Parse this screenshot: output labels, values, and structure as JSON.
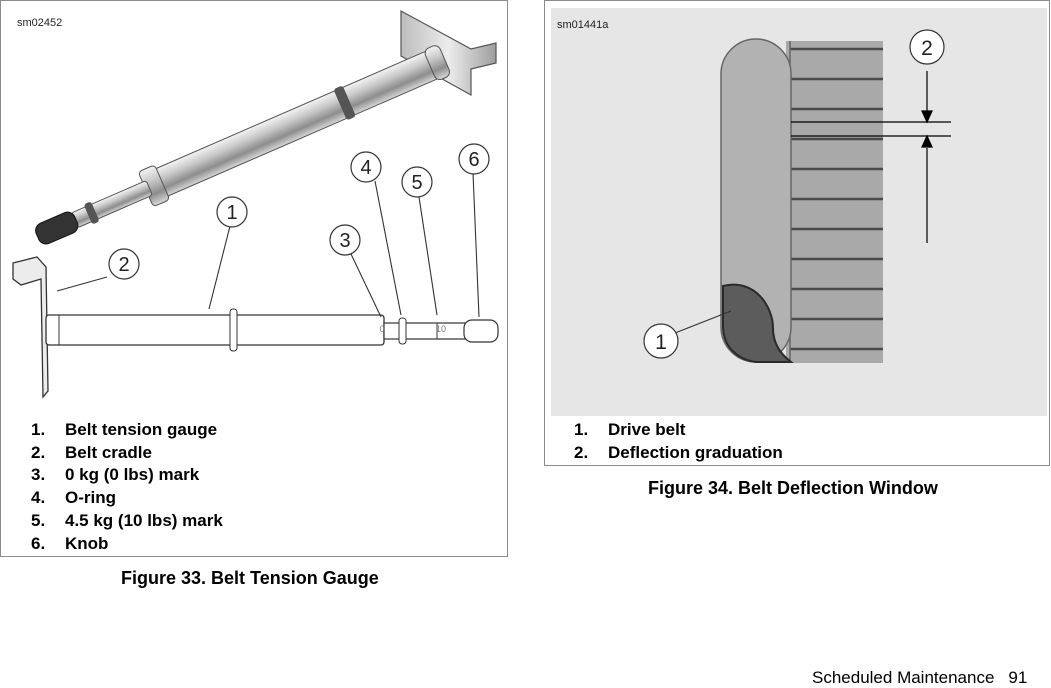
{
  "figure33": {
    "id_label": "sm02452",
    "callouts": [
      "1",
      "2",
      "3",
      "4",
      "5",
      "6"
    ],
    "scale_labels": [
      "0",
      "10"
    ],
    "legend": [
      {
        "num": "1.",
        "text": "Belt tension gauge"
      },
      {
        "num": "2.",
        "text": "Belt cradle"
      },
      {
        "num": "3.",
        "text": "0 kg (0 lbs) mark"
      },
      {
        "num": "4.",
        "text": "O-ring"
      },
      {
        "num": "5.",
        "text": "4.5 kg (10 lbs) mark"
      },
      {
        "num": "6.",
        "text": "Knob"
      }
    ],
    "caption": "Figure 33. Belt Tension Gauge"
  },
  "figure34": {
    "id_label": "sm01441a",
    "callouts": [
      "1",
      "2"
    ],
    "legend": [
      {
        "num": "1.",
        "text": "Drive belt"
      },
      {
        "num": "2.",
        "text": "Deflection graduation"
      }
    ],
    "caption": "Figure 34. Belt Deflection Window"
  },
  "footer": {
    "section": "Scheduled Maintenance",
    "page_number": "91"
  },
  "colors": {
    "figure_border": "#8c8c8c",
    "window_background": "#e6e6e6",
    "belt_gray": "#a9a9a9",
    "belt_dark": "#555555"
  }
}
